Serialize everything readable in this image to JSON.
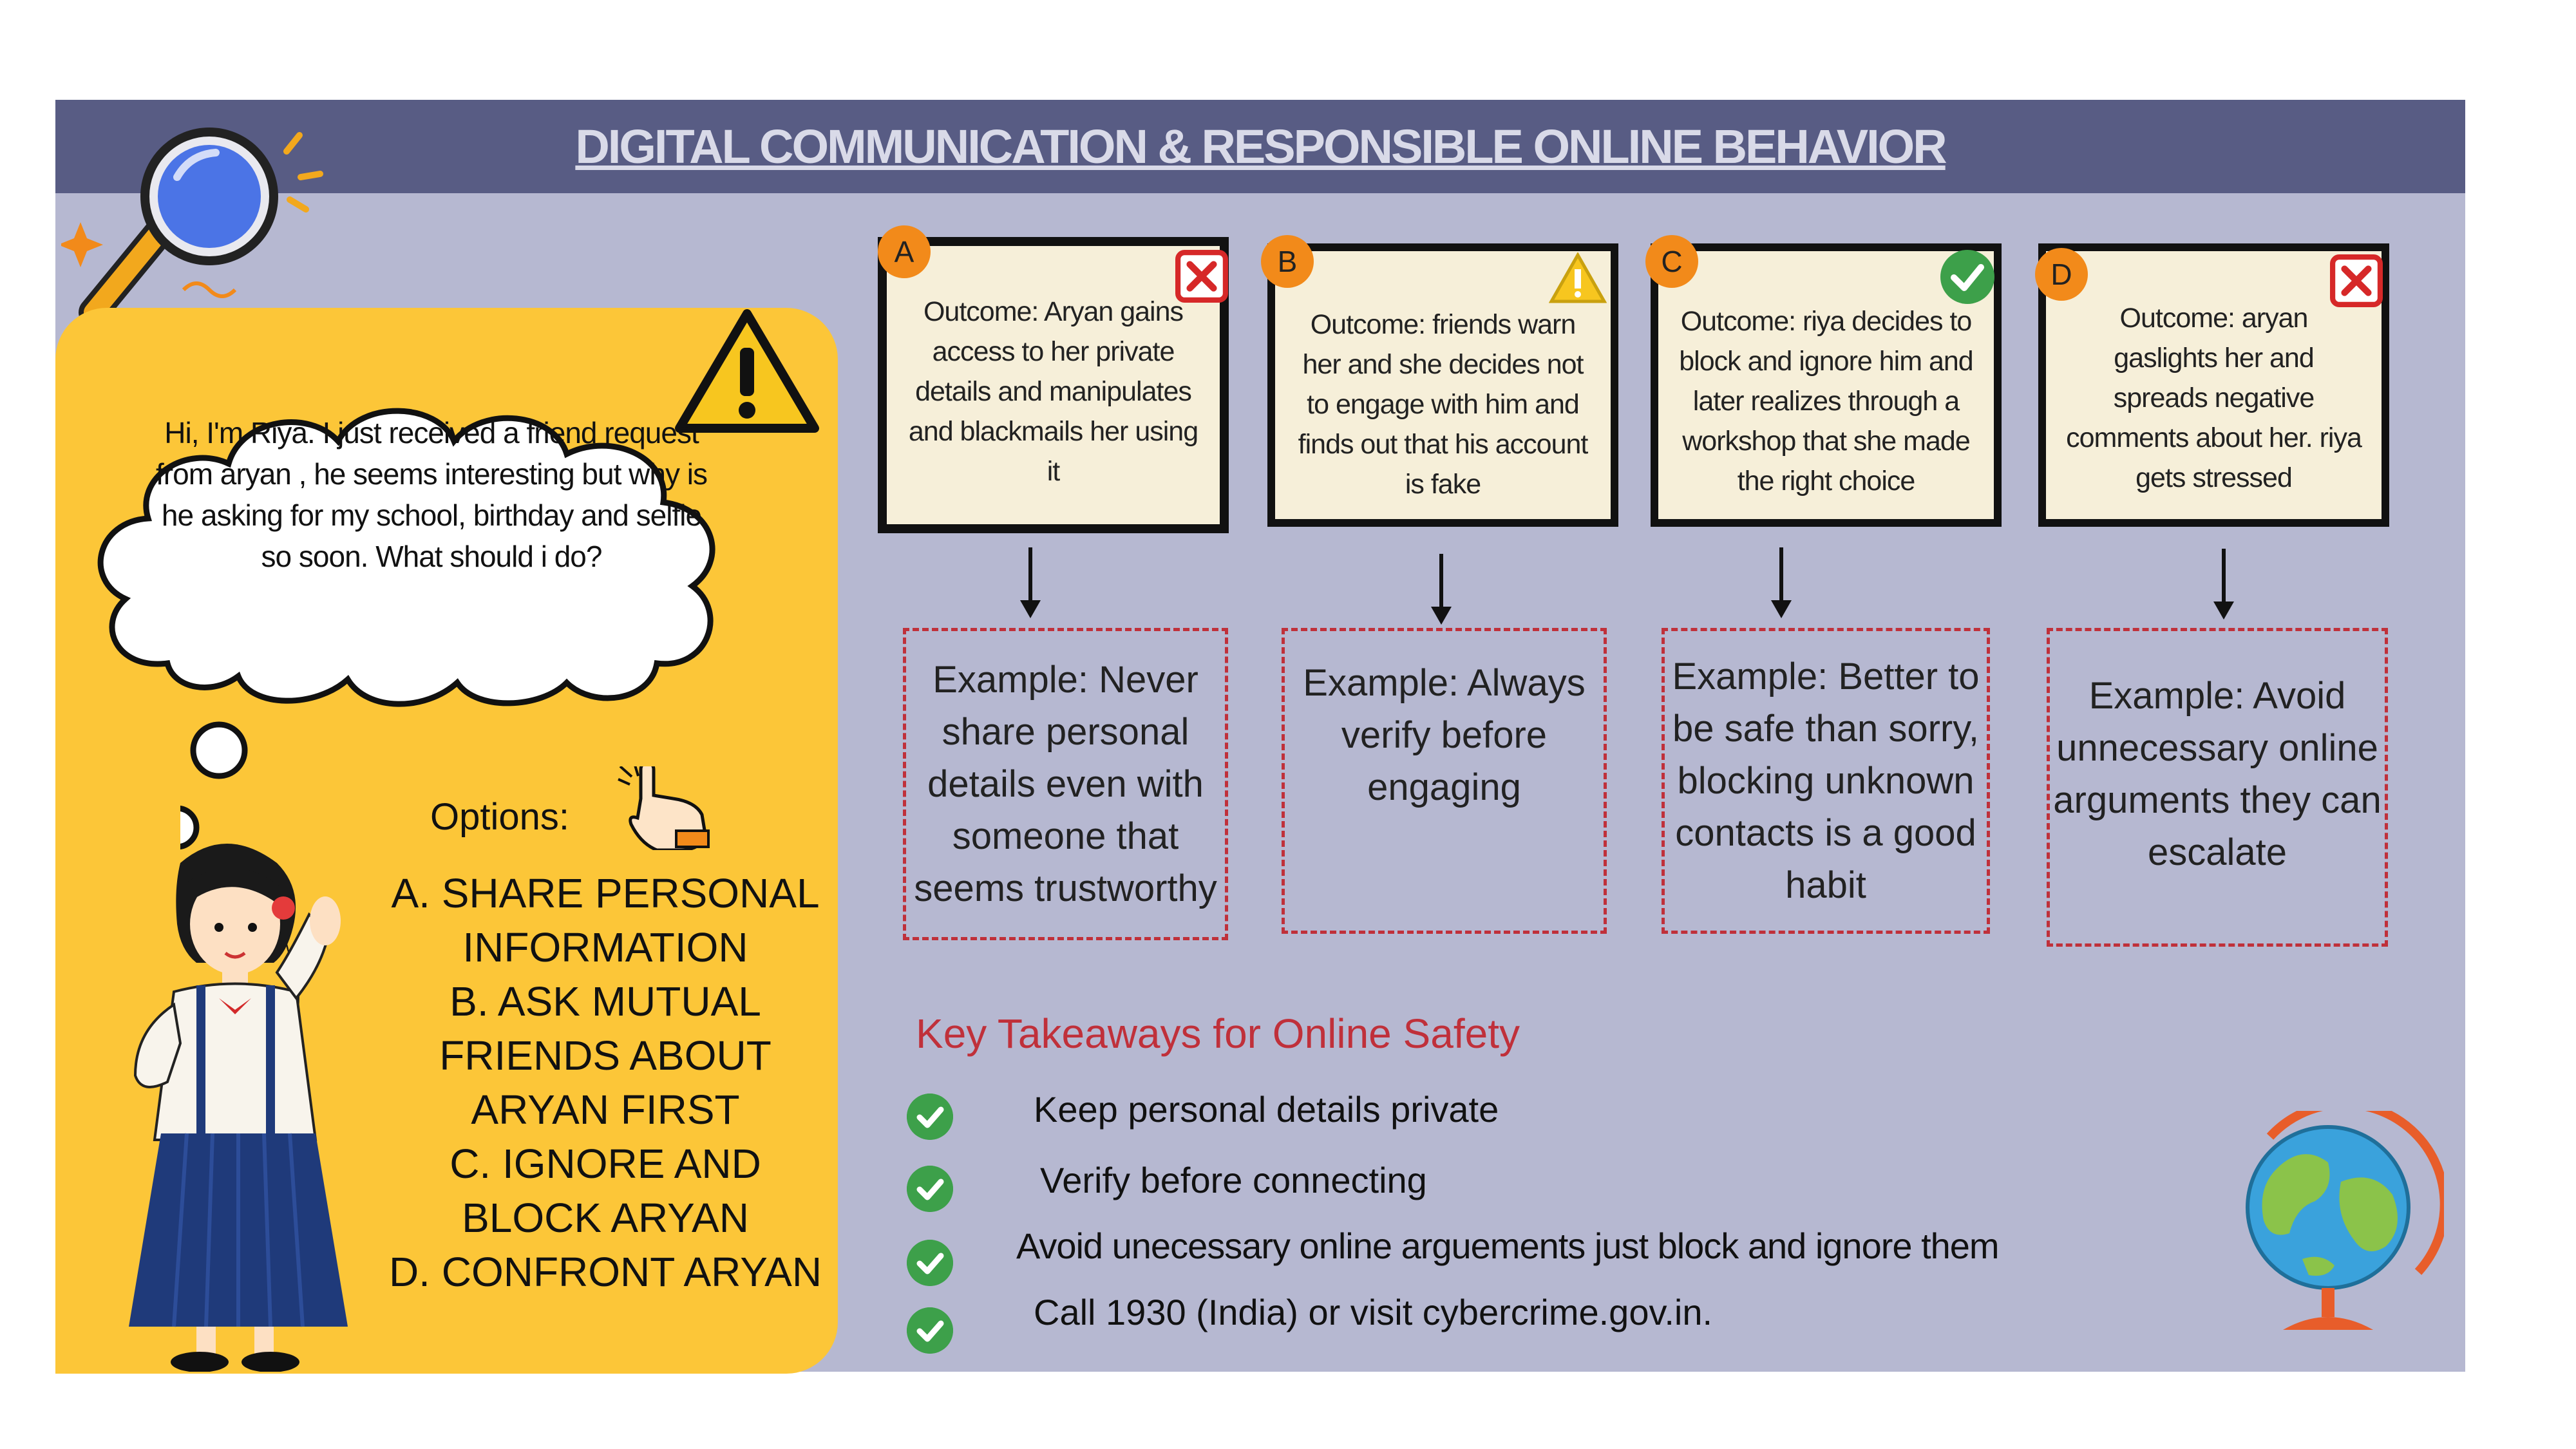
{
  "header": {
    "title": "DIGITAL COMMUNICATION & RESPONSIBLE ONLINE BEHAVIOR"
  },
  "speech_bubble": {
    "text": "Hi, I'm Riya. I just received a friend request from aryan , he seems interesting but why is he asking for my school, birthday and selfie so soon. What should i do?"
  },
  "options": {
    "heading": "Options:",
    "items": [
      "A. SHARE PERSONAL INFORMATION",
      "B. ASK MUTUAL FRIENDS ABOUT ARYAN FIRST",
      "C. IGNORE AND BLOCK ARYAN",
      "D. CONFRONT ARYAN"
    ]
  },
  "outcomes": [
    {
      "letter": "A",
      "status_icon": "cross-icon",
      "text": "Outcome: Aryan gains access to her private details and manipulates and blackmails her using it"
    },
    {
      "letter": "B",
      "status_icon": "warning-icon",
      "text": "Outcome: friends warn her and she decides not to engage with him and finds out that his account is fake"
    },
    {
      "letter": "C",
      "status_icon": "check-icon",
      "text": "Outcome: riya decides to block and ignore him and later realizes through a workshop that she made the right choice"
    },
    {
      "letter": "D",
      "status_icon": "cross-icon",
      "text": "Outcome: aryan gaslights her and spreads negative comments about her. riya gets stressed"
    }
  ],
  "examples": [
    "Example: Never share personal details even with someone that seems trustworthy",
    "Example: Always verify before engaging",
    "Example: Better to be safe than sorry, blocking unknown contacts is a good habit",
    "Example: Avoid unnecessary online arguments they can escalate"
  ],
  "takeaways": {
    "heading": "Key Takeaways for Online Safety",
    "items": [
      "Keep personal details private",
      "Verify before connecting",
      "Avoid unecessary online arguements just block and ignore them",
      "Call 1930 (India) or visit cybercrime.gov.in."
    ]
  },
  "colors": {
    "banner": "#585c84",
    "panel": "#b6b8d1",
    "left_card": "#fcc638",
    "badge": "#f28a1a",
    "takeaway_heading": "#c0303a",
    "check": "#3da04a"
  }
}
